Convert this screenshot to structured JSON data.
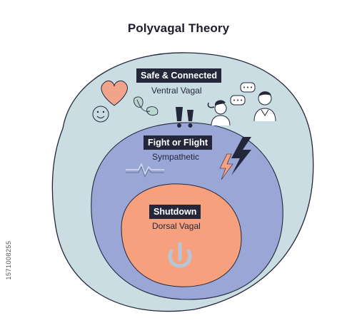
{
  "title": "Polyvagal Theory",
  "colors": {
    "outer_ring": "#c9dde3",
    "middle_ring": "#9aa6d6",
    "inner_core": "#f6a07e",
    "label_bg": "#24273a",
    "outline": "#24273a",
    "heart": "#f2a48a",
    "leaf": "#b9d6cf",
    "bolt_orange": "#f6a07e",
    "power_icon": "#b4c6d8"
  },
  "layers": [
    {
      "id": "ventral",
      "label": "Safe & Connected",
      "sublabel": "Ventral Vagal"
    },
    {
      "id": "sympathetic",
      "label": "Fight or Flight",
      "sublabel": "Sympathetic"
    },
    {
      "id": "dorsal",
      "label": "Shutdown",
      "sublabel": "Dorsal Vagal"
    }
  ],
  "icons": {
    "ventral": [
      "heart-icon",
      "smiley-face-icon",
      "leaf-icon",
      "speech-bubbles-icon",
      "people-icon"
    ],
    "sympathetic": [
      "exclamation-icon",
      "heartbeat-line-icon",
      "lightning-bolt-icon"
    ],
    "dorsal": [
      "power-icon"
    ]
  },
  "watermark": "1571008255"
}
